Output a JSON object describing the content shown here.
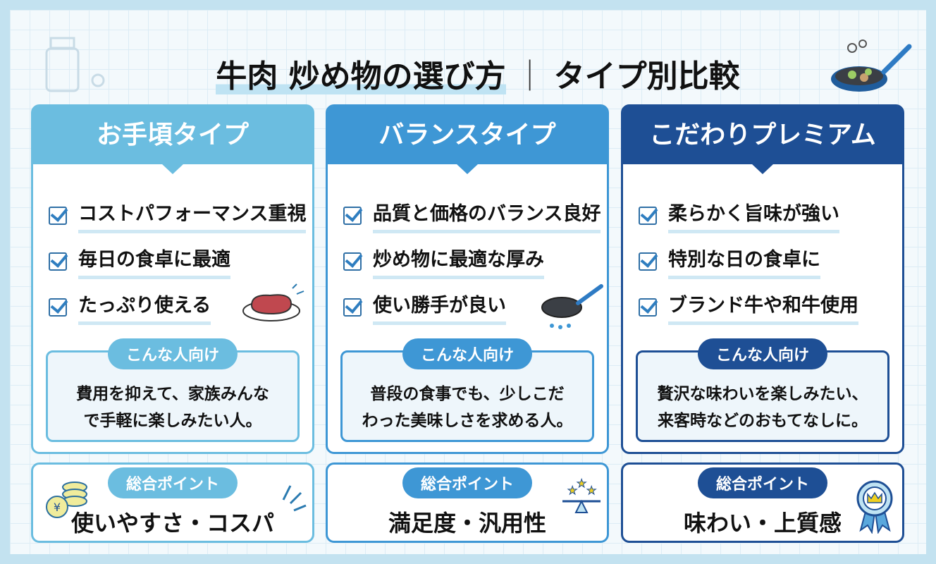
{
  "title": {
    "main": "牛肉 炒め物の選び方",
    "separator": "｜",
    "sub": "タイプ別比較"
  },
  "colors": {
    "budget": "#6bbde0",
    "balance": "#3e97d5",
    "premium": "#1e4f95"
  },
  "columns": [
    {
      "name": "お手頃タイプ",
      "items": [
        "コストパフォーマンス重視",
        "毎日の食卓に最適",
        "たっぷり使える"
      ],
      "target_label": "こんな人向け",
      "target_lines": [
        "費用を抑えて、家族みんな",
        "で手軽に楽しみたい人。"
      ],
      "point_label": "総合ポイント",
      "point": "使いやすさ・コスパ",
      "icon": "steak-plate-icon",
      "point_icon": "yen-coins-icon"
    },
    {
      "name": "バランスタイプ",
      "items": [
        "品質と価格のバランス良好",
        "炒め物に最適な厚み",
        "使い勝手が良い"
      ],
      "target_label": "こんな人向け",
      "target_lines": [
        "普段の食事でも、少しこだ",
        "わった美味しさを求める人。"
      ],
      "point_label": "総合ポイント",
      "point": "満足度・汎用性",
      "icon": "frying-pan-icon",
      "point_icon": "stars-scale-icon"
    },
    {
      "name": "こだわりプレミアム",
      "items": [
        "柔らかく旨味が強い",
        "特別な日の食卓に",
        "ブランド牛や和牛使用"
      ],
      "target_label": "こんな人向け",
      "target_lines": [
        "贅沢な味わいを楽しみたい、",
        "来客時などのおもてなしに。"
      ],
      "point_label": "総合ポイント",
      "point": "味わい・上質感",
      "icon": "none",
      "point_icon": "crown-ribbon-icon"
    }
  ]
}
